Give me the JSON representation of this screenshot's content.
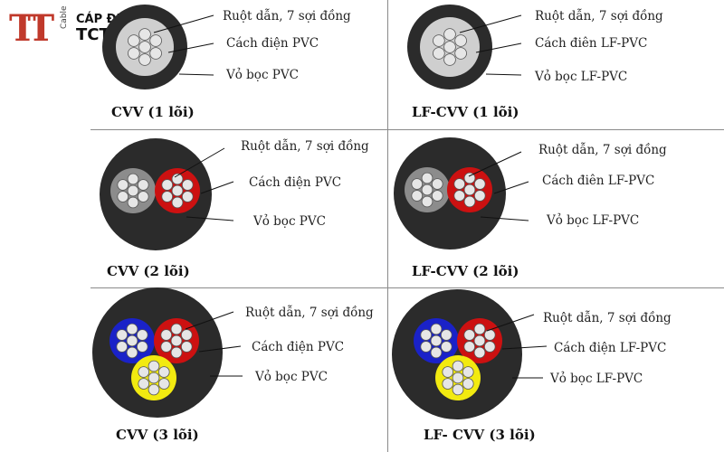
{
  "logo": {
    "mark": "TT",
    "sub": "Cable",
    "line1": "CÁP ĐIỆN",
    "line2": "TCT"
  },
  "colors": {
    "sheath": "#2b2b2b",
    "copper_strand": "#e6e6e6",
    "grey_insulation": "#8c8c8c",
    "light_core": "#cfcfcf",
    "red_insulation": "#cc1111",
    "blue_insulation": "#1a22c8",
    "yellow_insulation": "#f2ea10",
    "divider": "#8a8a8a"
  },
  "panels": [
    {
      "title": "CVV (1 lõi)",
      "labels": [
        "Ruột dẫn, 7 sợi đồng",
        "Cách điện PVC",
        "Vỏ bọc PVC"
      ]
    },
    {
      "title": "LF-CVV (1 lõi)",
      "labels": [
        "Ruột dẫn, 7 sợi đồng",
        "Cách điên LF-PVC",
        "Vỏ bọc LF-PVC"
      ]
    },
    {
      "title": "CVV (2 lõi)",
      "labels": [
        "Ruột dẫn, 7 sợi đồng",
        "Cách điện PVC",
        "Vỏ bọc PVC"
      ]
    },
    {
      "title": "LF-CVV (2 lõi)",
      "labels": [
        "Ruột dẫn, 7 sợi đồng",
        "Cách điên LF-PVC",
        "Vỏ bọc LF-PVC"
      ]
    },
    {
      "title": "CVV (3 lõi)",
      "labels": [
        "Ruột dẫn, 7 sợi đồng",
        "Cách điện PVC",
        "Vỏ bọc PVC"
      ]
    },
    {
      "title": "LF- CVV (3 lõi)",
      "labels": [
        "Ruột dẫn, 7 sợi đồng",
        "Cách điện LF-PVC",
        "Vỏ bọc LF-PVC"
      ]
    }
  ]
}
